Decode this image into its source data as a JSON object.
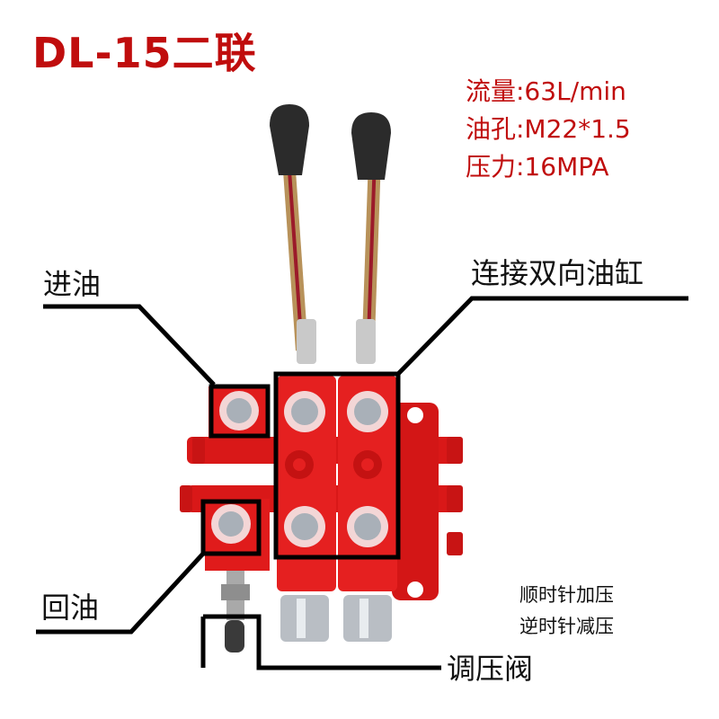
{
  "title": "DL-15二联",
  "specs": [
    {
      "label": "流量",
      "value": "63L/min",
      "text": "流量:63L/min"
    },
    {
      "label": "油孔",
      "value": "M22*1.5",
      "text": "油孔:M22*1.5"
    },
    {
      "label": "压力",
      "value": "16MPA",
      "text": "压力:16MPA"
    }
  ],
  "callouts": {
    "inlet": "进油",
    "return": "回油",
    "cylinder_ports": "连接双向油缸",
    "pressure_valve": "调压阀"
  },
  "notes": {
    "clockwise": "顺时针加压",
    "counterclockwise": "逆时针减压"
  },
  "colors": {
    "accent_red": "#c00d0d",
    "valve_body": "#e01b1b",
    "callout_line": "#000000",
    "knob": "#2b2b2b"
  },
  "product": {
    "name": "hydraulic-multi-way-valve",
    "sections": 2,
    "handles": 2
  }
}
